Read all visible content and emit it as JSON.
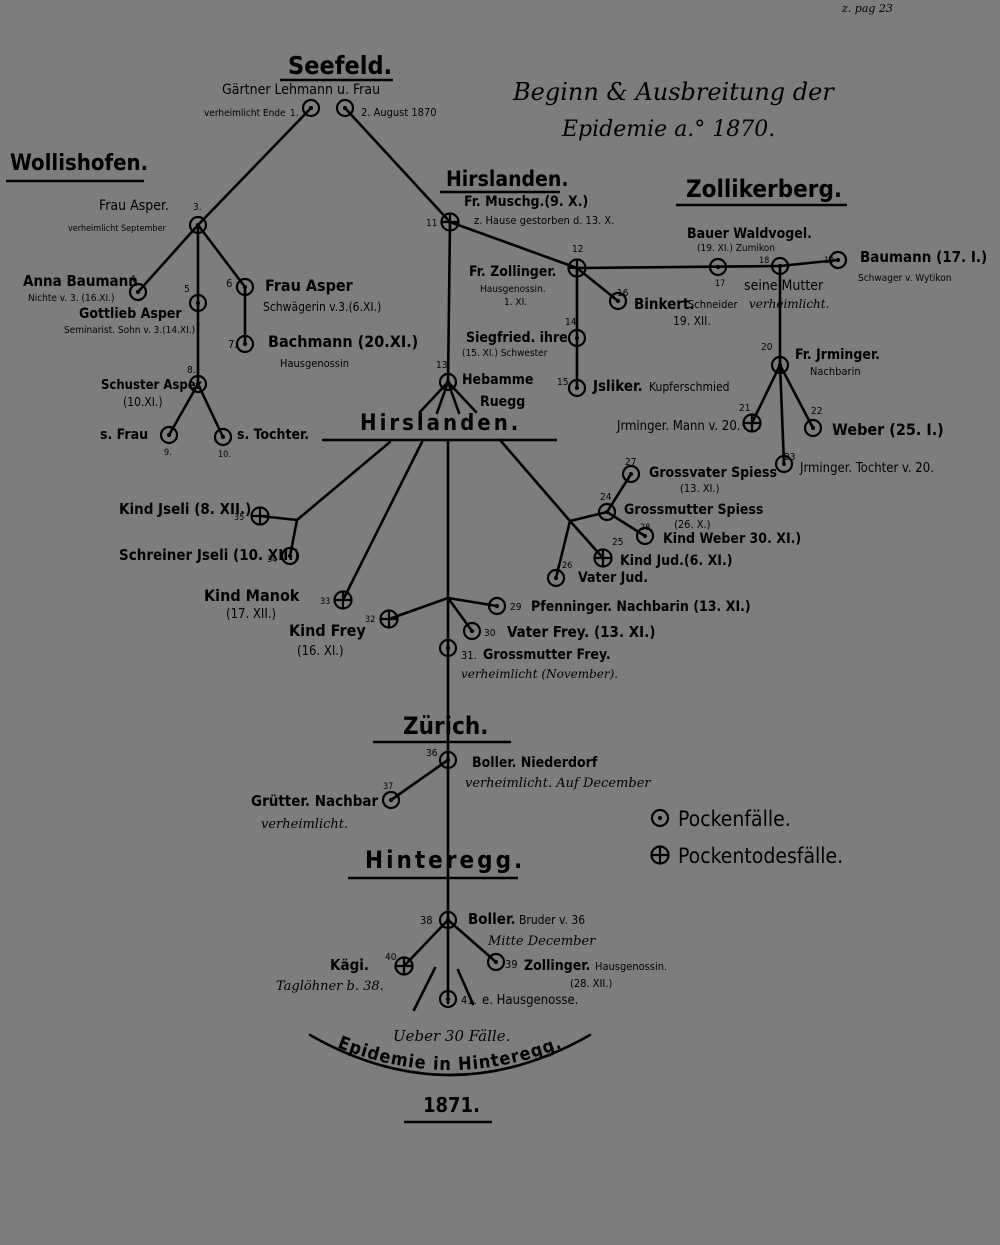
{
  "page_ref": "z. pag 23",
  "title": {
    "line1": "Beginn & Ausbreitung der",
    "line2": "Epidemie a.° 1870."
  },
  "places": {
    "seefeld": "Seefeld.",
    "wollishofen": "Wollishofen.",
    "hirslanden_top": "Hirslanden.",
    "zollikerberg": "Zollikerberg.",
    "hirslanden_mid": "Hirslanden.",
    "zurich": "Zürich.",
    "hinteregg": "Hinteregg."
  },
  "cases": {
    "c1_2_head": "Gärtner Lehmann u. Frau",
    "c1_note": "verheimlicht Ende",
    "c1_num": "1.",
    "c2_note": "2. August 1870",
    "c3_name": "Frau Asper.",
    "c3_note": "verheimlicht September",
    "c3_num": "3.",
    "c4_num": "4",
    "c4_name": "Anna Baumann",
    "c4_note": "Nichte v. 3. (16.XI.)",
    "c5_num": "5",
    "c5_name": "Gottlieb Asper",
    "c5_note": "Seminarist. Sohn v. 3.(14.XI.)",
    "c6_num": "6",
    "c6_name": "Frau Asper",
    "c6_note": "Schwägerin v.3.(6.XI.)",
    "c7_num": "7.",
    "c7_name": "Bachmann (20.XI.)",
    "c7_note": "Hausgenossin",
    "c8_num": "8.",
    "c8_name": "Schuster Asper",
    "c8_note": "(10.XI.)",
    "c9_name": "s. Frau",
    "c9_num": "9.",
    "c10_name": "s. Tochter.",
    "c10_num": "10.",
    "c11_num": "11",
    "c11_name": "Fr. Muschg.(9. X.)",
    "c11_note": "z. Hause gestorben d. 13. X.",
    "c12_num": "12",
    "c12_name": "Fr. Zollinger.",
    "c12_note1": "Hausgenossin.",
    "c12_note2": "1. XI.",
    "c13_num": "13",
    "c13_name1": "Hebamme",
    "c13_name2": "Ruegg",
    "c14_num": "14",
    "c14_name": "Siegfried. ihre",
    "c14_note": "(15. XI.) Schwester",
    "c15_num": "15",
    "c15_name": "Jsliker.",
    "c15_note": "Kupferschmied",
    "c16_num": "16",
    "c16_name": "Binkert.",
    "c16_note": "Schneider",
    "c16_note2": "verheimlicht.",
    "c16_date": "19. XII.",
    "c17_name": "Bauer Waldvogel.",
    "c17_note": "(19. XI.) Zumikon",
    "c17_num": "17",
    "c18_num": "18",
    "c18_name": "seine Mutter",
    "c19_num": "19",
    "c19_name": "Baumann (17. I.)",
    "c19_note": "Schwager v. Wytikon",
    "c20_num": "20",
    "c20_name": "Fr. Jrminger.",
    "c20_note": "Nachbarin",
    "c21_num": "21",
    "c21_name": "Jrminger. Mann v. 20.",
    "c22_num": "22",
    "c22_name": "Weber (25. I.)",
    "c23_num": "23",
    "c23_name": "Jrminger. Tochter v. 20.",
    "c24_num": "24",
    "c24_name": "Grossmutter Spiess",
    "c24_note": "(26. X.)",
    "c25_num": "25",
    "c25_name": "Kind Jud.(6. XI.)",
    "c26_num": "26",
    "c26_name": "Vater Jud.",
    "c27_num": "27",
    "c27_name": "Grossvater Spiess",
    "c27_note": "(13. XI.)",
    "c28_num": "28.",
    "c28_name": "Kind Weber 30. XI.)",
    "c29_num": "29",
    "c29_name": "Pfenninger. Nachbarin (13. XI.)",
    "c30_num": "30",
    "c30_name": "Vater Frey. (13. XI.)",
    "c31_num": "31.",
    "c31_name": "Grossmutter Frey.",
    "c31_note": "verheimlicht (November).",
    "c32_num": "32",
    "c32_name": "Kind Frey",
    "c32_note": "(16. XI.)",
    "c33_num": "33",
    "c33_name": "Kind Manok",
    "c33_note": "(17. XII.)",
    "c34_num": "34",
    "c34_name": "Schreiner Jseli (10. XII.)",
    "c35_num": "35",
    "c35_name": "Kind Jseli (8. XII.)",
    "c36_num": "36",
    "c36_name": "Boller. Niederdorf",
    "c36_note": "verheimlicht. Auf December",
    "c37_num": "37",
    "c37_name": "Grütter. Nachbar",
    "c37_note": "verheimlicht.",
    "c38_num": "38",
    "c38_name": "Boller.",
    "c38_note1": "Bruder v. 36",
    "c38_note2": "Mitte December",
    "c39_num": "39",
    "c39_name": "Zollinger.",
    "c39_note1": "Hausgenossin.",
    "c39_note2": "(28. XII.)",
    "c40_num": "40",
    "c40_name": "Kägi.",
    "c40_note": "Taglöhner b. 38.",
    "c41_num": "41.",
    "c41_name": "e. Hausgenosse."
  },
  "footer": {
    "over": "Ueber 30 Fälle.",
    "arc": "Epidemie in Hinteregg.",
    "year": "1871."
  },
  "legend": {
    "cases": "Pockenfälle.",
    "deaths": "Pockentodesfälle."
  },
  "colors": {
    "background": "#7d7d7d",
    "ink": "#000000"
  }
}
